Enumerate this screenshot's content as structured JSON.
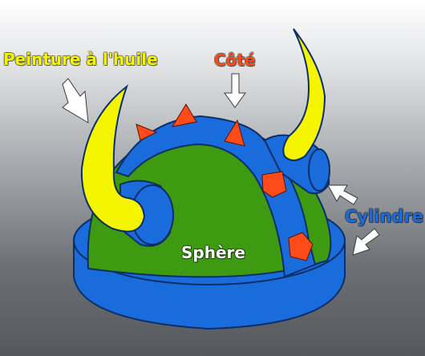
{
  "labels": {
    "oil_paint": "Peinture à l'huile",
    "side": "Côté",
    "cylinder": "Cylindre",
    "sphere": "Sphère"
  },
  "colors": {
    "yellow": "#f5f500",
    "orange": "#ff4a14",
    "blue": "#1a6bdc",
    "green": "#3e9a10",
    "white": "#ffffff",
    "red": "#ff4a1a"
  },
  "icons": [
    "arrow-icon",
    "horn-icon",
    "spike-icon"
  ]
}
